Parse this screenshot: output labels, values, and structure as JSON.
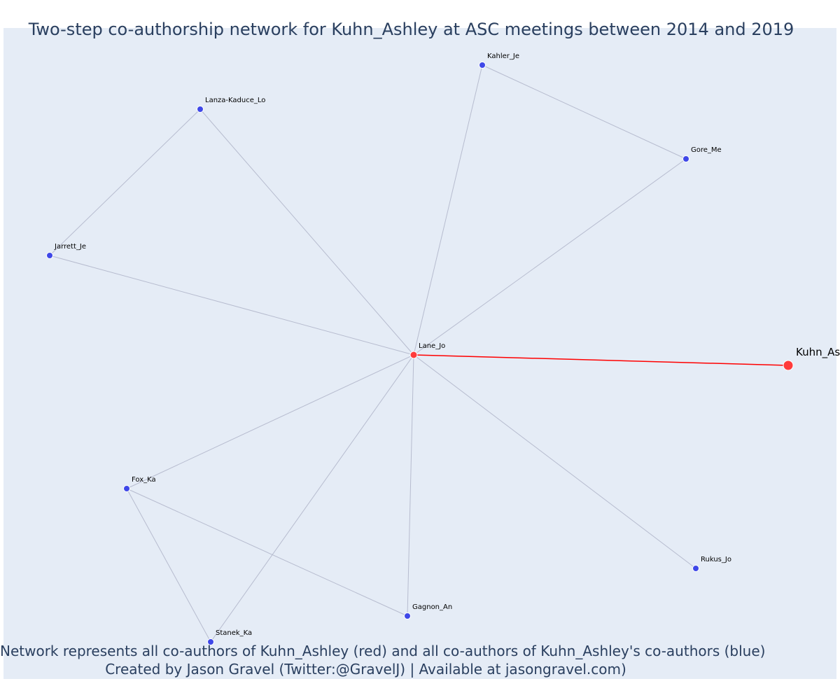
{
  "title": "Two-step co-authorship network for Kuhn_Ashley at ASC meetings between 2014 and 2019",
  "footer": {
    "line1": "Network represents all co-authors of Kuhn_Ashley (red) and all co-authors of Kuhn_Ashley's co-authors (blue)",
    "line2": "Created by Jason Gravel (Twitter:@GravelJ) | Available at jasongravel.com)"
  },
  "colors": {
    "background": "#e5ecf6",
    "first_degree_node": "#ff3b3b",
    "second_degree_node": "#3f48e8",
    "ego_edge": "#ff0000",
    "edge": "#b7bccf",
    "text": "#2a3f5f"
  },
  "network": {
    "ego": "Kuhn_Ashley",
    "ego_label_visible": "Kuhn_As",
    "nodes": [
      {
        "id": "Kuhn_Ashley",
        "label": "Kuhn_As",
        "group": "ego"
      },
      {
        "id": "Lane_Jo",
        "label": "Lane_Jo",
        "group": "coauthor"
      },
      {
        "id": "Kahler_Je",
        "label": "Kahler_Je",
        "group": "second"
      },
      {
        "id": "Gore_Me",
        "label": "Gore_Me",
        "group": "second"
      },
      {
        "id": "Lanza-Kaduce_Lo",
        "label": "Lanza-Kaduce_Lo",
        "group": "second"
      },
      {
        "id": "Jarrett_Je",
        "label": "Jarrett_Je",
        "group": "second"
      },
      {
        "id": "Fox_Ka",
        "label": "Fox_Ka",
        "group": "second"
      },
      {
        "id": "Stanek_Ka",
        "label": "Stanek_Ka",
        "group": "second"
      },
      {
        "id": "Gagnon_An",
        "label": "Gagnon_An",
        "group": "second"
      },
      {
        "id": "Rukus_Jo",
        "label": "Rukus_Jo",
        "group": "second"
      }
    ],
    "edges": [
      {
        "source": "Lane_Jo",
        "target": "Kuhn_Ashley",
        "type": "ego"
      },
      {
        "source": "Lane_Jo",
        "target": "Kahler_Je",
        "type": "other"
      },
      {
        "source": "Lane_Jo",
        "target": "Gore_Me",
        "type": "other"
      },
      {
        "source": "Lane_Jo",
        "target": "Lanza-Kaduce_Lo",
        "type": "other"
      },
      {
        "source": "Lane_Jo",
        "target": "Jarrett_Je",
        "type": "other"
      },
      {
        "source": "Lane_Jo",
        "target": "Fox_Ka",
        "type": "other"
      },
      {
        "source": "Lane_Jo",
        "target": "Stanek_Ka",
        "type": "other"
      },
      {
        "source": "Lane_Jo",
        "target": "Gagnon_An",
        "type": "other"
      },
      {
        "source": "Lane_Jo",
        "target": "Rukus_Jo",
        "type": "other"
      },
      {
        "source": "Kahler_Je",
        "target": "Gore_Me",
        "type": "other"
      },
      {
        "source": "Lanza-Kaduce_Lo",
        "target": "Jarrett_Je",
        "type": "other"
      },
      {
        "source": "Fox_Ka",
        "target": "Stanek_Ka",
        "type": "other"
      },
      {
        "source": "Fox_Ka",
        "target": "Gagnon_An",
        "type": "other"
      }
    ]
  }
}
